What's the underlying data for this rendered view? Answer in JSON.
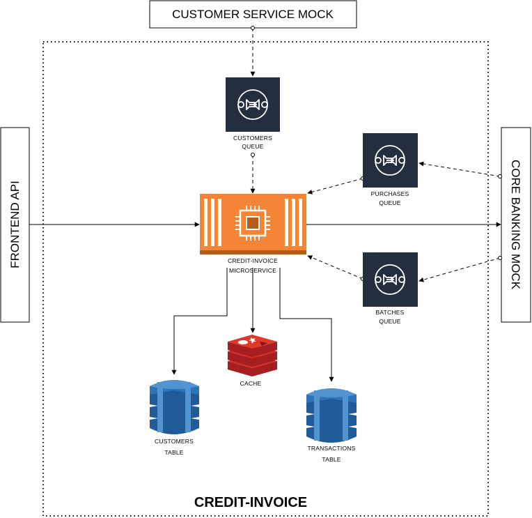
{
  "diagram": {
    "boundary_label": "CREDIT-INVOICE",
    "customer_service": "CUSTOMER SERVICE MOCK",
    "frontend": "FRONTEND API",
    "core_banking": "CORE BANKING MOCK",
    "customers_queue": {
      "line1": "CUSTOMERS",
      "line2": "QUEUE"
    },
    "purchases_queue": {
      "line1": "PURCHASES",
      "line2": "QUEUE"
    },
    "batches_queue": {
      "line1": "BATCHES",
      "line2": "QUEUE"
    },
    "microservice": {
      "line1": "CREDIT-INVOICE",
      "line2": "MICROSERVICE"
    },
    "cache": "CACHE",
    "customers_table": {
      "line1": "CUSTOMERS",
      "line2": "TABLE"
    },
    "transactions_table": {
      "line1": "TRANSACTIONS",
      "line2": "TABLE"
    }
  },
  "colors": {
    "queue_bg": "#232f3e",
    "compute_orange": "#f58536",
    "compute_dark": "#b65c1b",
    "cache_red": "#c8242a",
    "dynamo_blue": "#2e73b8",
    "dynamo_light": "#5294cf"
  },
  "icons": [
    "sqs-queue-icon",
    "ec2-instance-icon",
    "redis-cache-icon",
    "dynamodb-table-icon"
  ]
}
